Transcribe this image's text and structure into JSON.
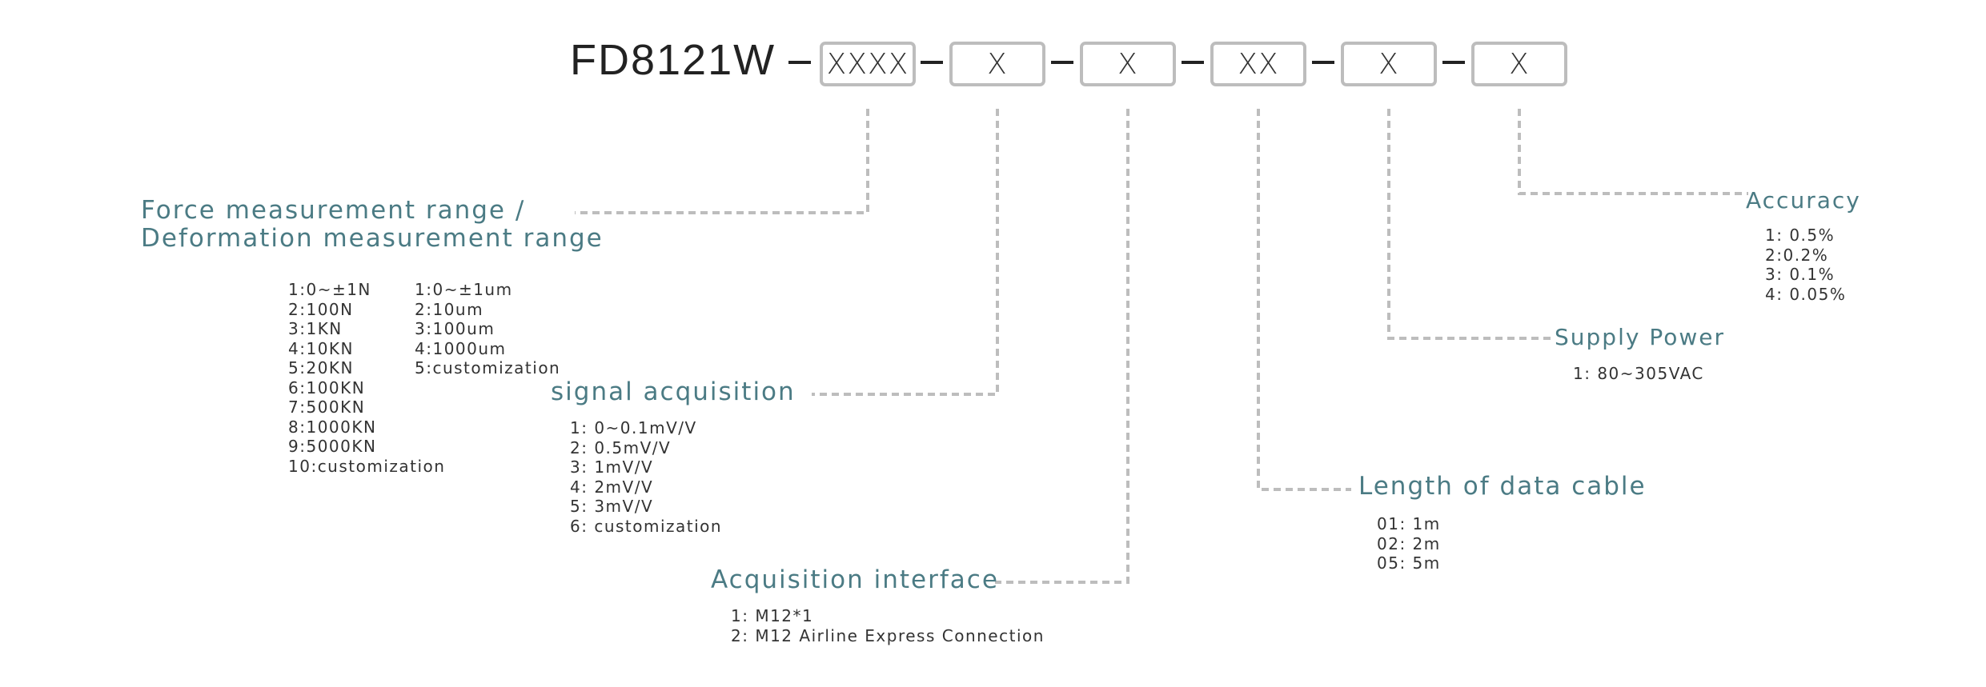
{
  "model": {
    "prefix": "FD8121W",
    "segments": [
      "XXXX",
      "X",
      "X",
      "XX",
      "X",
      "X"
    ]
  },
  "groups": {
    "force": {
      "title_line1": "Force measurement range /",
      "title_line2": "Deformation measurement range",
      "force_items": [
        "1:0~±1N",
        "2:100N",
        "3:1KN",
        "4:10KN",
        "5:20KN",
        "6:100KN",
        "7:500KN",
        "8:1000KN",
        "9:5000KN",
        "10:customization"
      ],
      "deformation_items": [
        "1:0~±1um",
        "2:10um",
        "3:100um",
        "4:1000um",
        "5:customization"
      ]
    },
    "signal": {
      "title": "signal acquisition",
      "items": [
        "1: 0~0.1mV/V",
        "2: 0.5mV/V",
        "3: 1mV/V",
        "4: 2mV/V",
        "5: 3mV/V",
        "6: customization"
      ]
    },
    "interface": {
      "title": "Acquisition interface",
      "items": [
        "1: M12*1",
        "2: M12 Airline Express Connection"
      ]
    },
    "cable": {
      "title": "Length of data cable",
      "items": [
        "01: 1m",
        "02: 2m",
        "05: 5m"
      ]
    },
    "power": {
      "title": "Supply Power",
      "items": [
        "1: 80~305VAC"
      ]
    },
    "accuracy": {
      "title": "Accuracy",
      "items": [
        "1: 0.5%",
        "2:0.2%",
        "3: 0.1%",
        "4: 0.05%"
      ]
    }
  },
  "colors": {
    "title_color": "#4b7b84",
    "box_border": "#bdbdbd",
    "leader_line": "#bdbdbd",
    "text": "#333333"
  }
}
